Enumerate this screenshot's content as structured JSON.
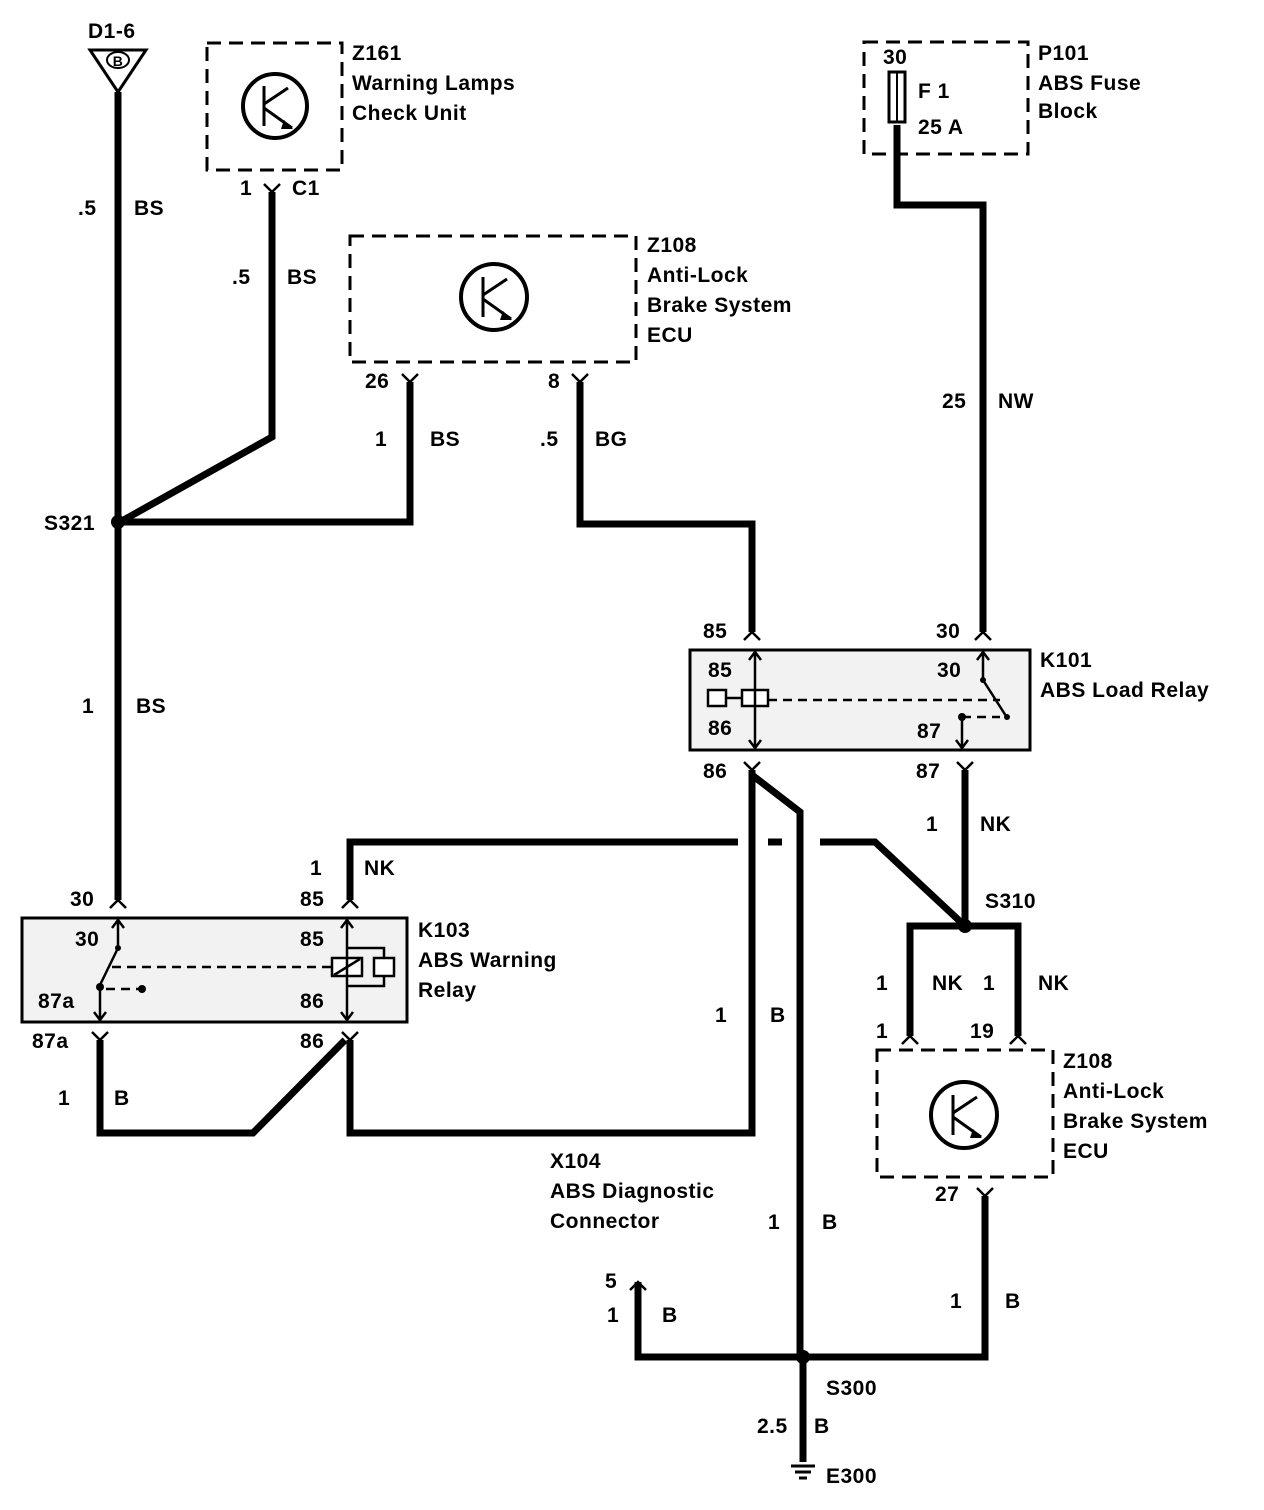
{
  "connector_top_left": {
    "id": "D1-6",
    "letter": "B"
  },
  "z161": {
    "id": "Z161",
    "line1": "Warning Lamps",
    "line2": "Check Unit",
    "pin": "1",
    "conn": "C1"
  },
  "p101": {
    "id": "P101",
    "line1": "ABS Fuse",
    "line2": "Block",
    "pin": "30",
    "fuse": "F 1",
    "rating": "25 A"
  },
  "z108_top": {
    "id": "Z108",
    "line1": "Anti-Lock",
    "line2": "Brake System",
    "line3": "ECU",
    "pin_a": "26",
    "pin_b": "8"
  },
  "z108_bottom": {
    "id": "Z108",
    "line1": "Anti-Lock",
    "line2": "Brake System",
    "line3": "ECU",
    "pin_a": "1",
    "pin_b": "19",
    "pin_c": "27"
  },
  "k101": {
    "id": "K101",
    "line1": "ABS Load Relay",
    "ext_85": "85",
    "ext_30": "30",
    "ext_86": "86",
    "ext_87": "87",
    "int_85": "85",
    "int_30": "30",
    "int_86": "86",
    "int_87": "87"
  },
  "k103": {
    "id": "K103",
    "line1": "ABS Warning",
    "line2": "Relay",
    "ext_30": "30",
    "ext_85": "85",
    "ext_87a": "87a",
    "ext_86": "86",
    "int_30": "30",
    "int_85": "85",
    "int_87a": "87a",
    "int_86": "86"
  },
  "x104": {
    "id": "X104",
    "line1": "ABS Diagnostic",
    "line2": "Connector",
    "pin": "5"
  },
  "splices": {
    "s321": "S321",
    "s310": "S310",
    "s300": "S300"
  },
  "ground": {
    "id": "E300"
  },
  "wires": {
    "d16_size": ".5",
    "d16_color": "BS",
    "z161_size": ".5",
    "z161_color": "BS",
    "z108_26_size": "1",
    "z108_26_color": "BS",
    "z108_8_size": ".5",
    "z108_8_color": "BG",
    "p101_size": "25",
    "p101_color": "NW",
    "s321_down_size": "1",
    "s321_down_color": "BS",
    "k101_87_size": "1",
    "k101_87_color": "NK",
    "k103_85_size": "1",
    "k103_85_color": "NK",
    "s310_l_size": "1",
    "s310_l_color": "NK",
    "s310_r_size": "1",
    "s310_r_color": "NK",
    "k103_87a_size": "1",
    "k103_87a_color": "B",
    "k101_86_size": "1",
    "k101_86_color": "B",
    "mid_b_size": "1",
    "mid_b_color": "B",
    "x104_size": "1",
    "x104_color": "B",
    "z108_27_size": "1",
    "z108_27_color": "B",
    "ground_size": "2.5",
    "ground_color": "B"
  }
}
